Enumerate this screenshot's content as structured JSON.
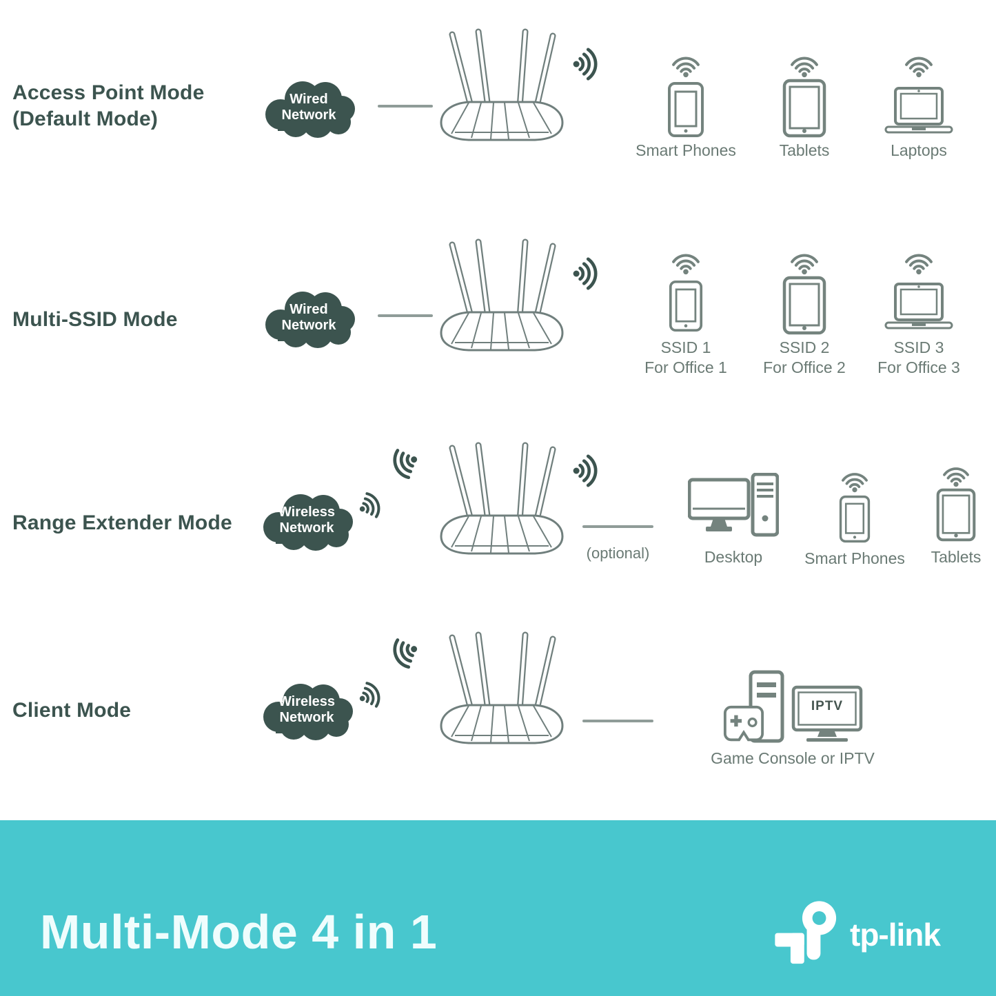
{
  "colors": {
    "dark_slate": "#3c544f",
    "device_gray": "#74837e",
    "caption_gray": "#6a7a74",
    "wire_gray": "#8f9c98",
    "teal_band": "#48c7ce",
    "footer_text": "#effdfd"
  },
  "rows": {
    "row1": {
      "label_line1": "Access Point Mode",
      "label_line2": "(Default Mode)",
      "cloud_line1": "Wired",
      "cloud_line2": "Network",
      "device1_caption": "Smart Phones",
      "device2_caption": "Tablets",
      "device3_caption": "Laptops"
    },
    "row2": {
      "label": "Multi-SSID Mode",
      "cloud_line1": "Wired",
      "cloud_line2": "Network",
      "device1_caption1": "SSID 1",
      "device1_caption2": "For Office 1",
      "device2_caption1": "SSID 2",
      "device2_caption2": "For Office 2",
      "device3_caption1": "SSID 3",
      "device3_caption2": "For Office 3"
    },
    "row3": {
      "label": "Range Extender Mode",
      "cloud_line1": "Wireless",
      "cloud_line2": "Network",
      "optional_label": "(optional)",
      "device1_caption": "Desktop",
      "device2_caption": "Smart Phones",
      "device3_caption": "Tablets"
    },
    "row4": {
      "label": "Client Mode",
      "cloud_line1": "Wireless",
      "cloud_line2": "Network",
      "tv_screen_label": "IPTV",
      "device_caption": "Game Console or IPTV"
    }
  },
  "footer": {
    "title": "Multi-Mode 4 in 1",
    "brand_wordmark": "tp-link"
  }
}
